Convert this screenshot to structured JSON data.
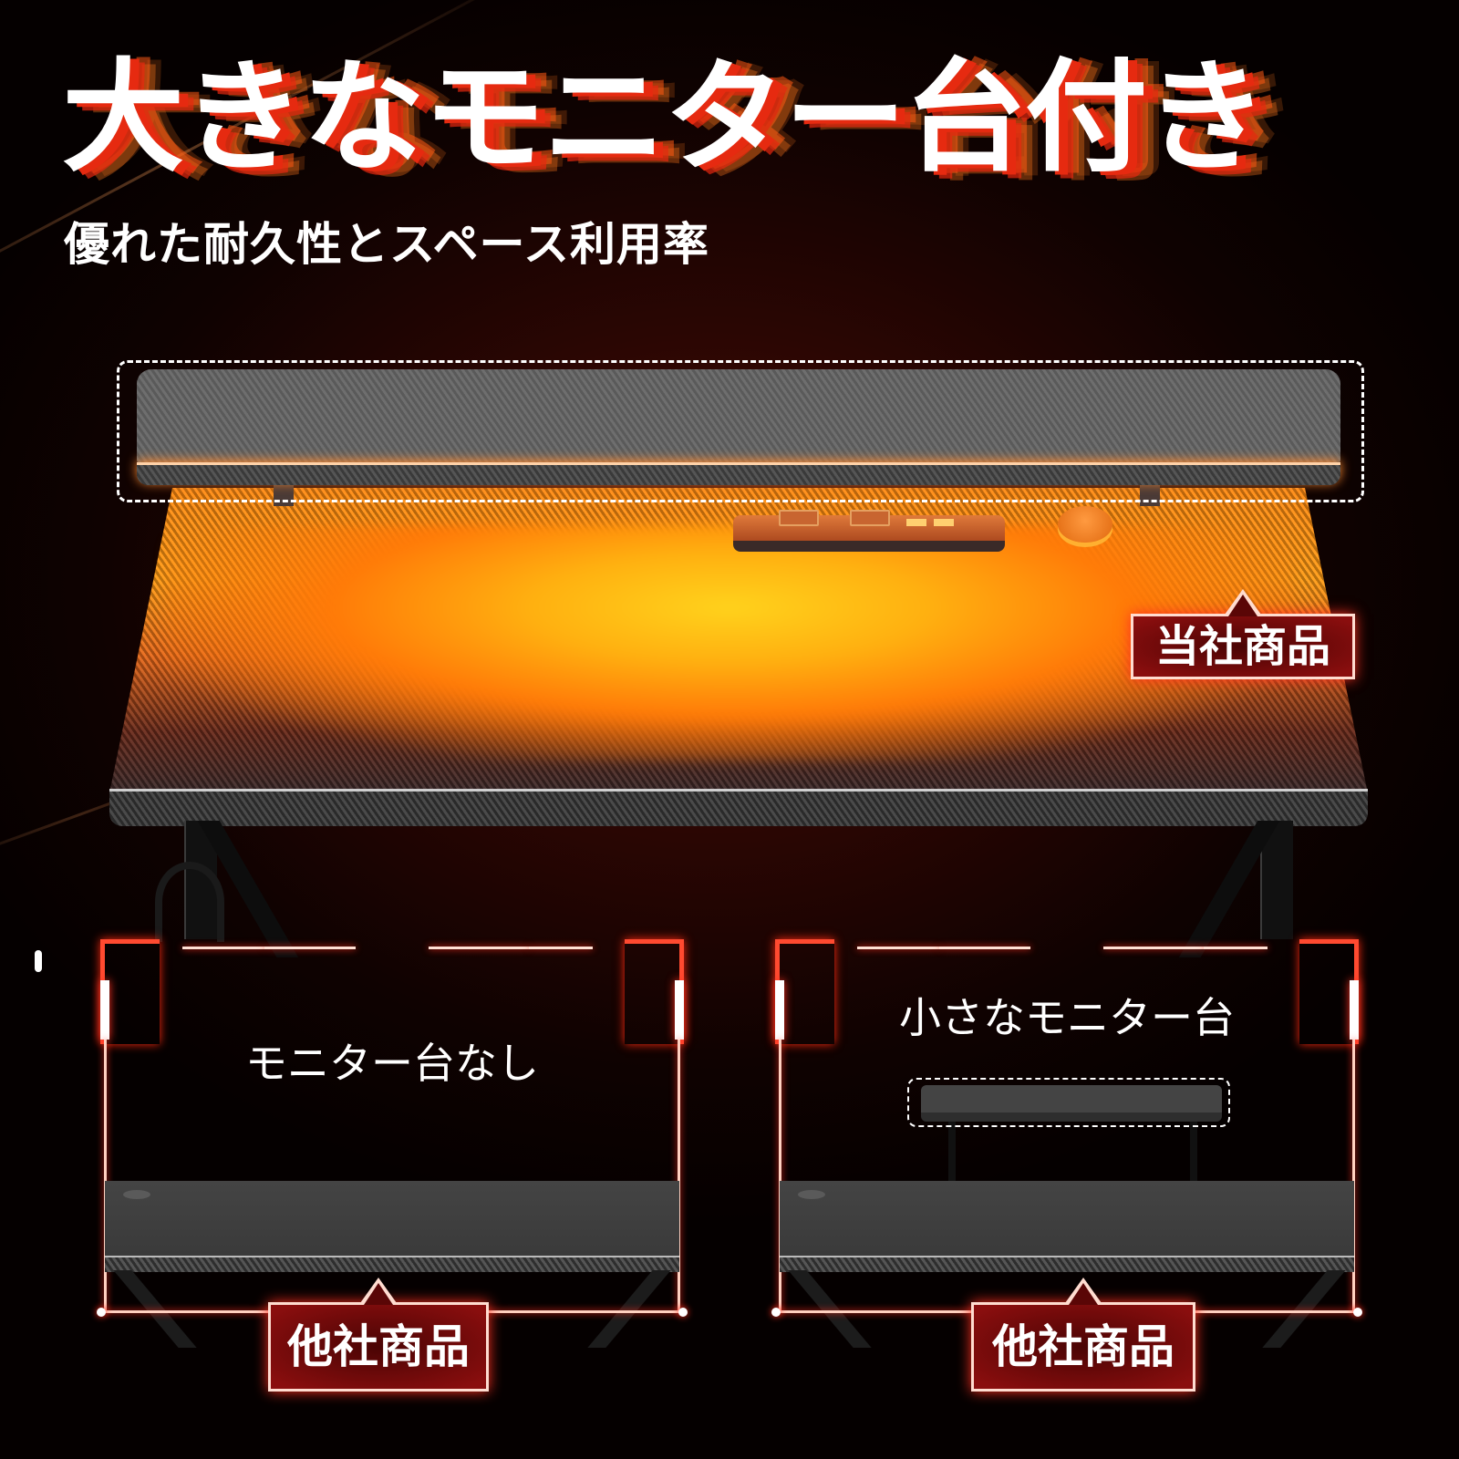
{
  "headline": "大きなモニター台付き",
  "subtitle": "優れた耐久性とスペース利用率",
  "main_product": {
    "callout": "当社商品",
    "features": [
      "large-monitor-riser",
      "power-outlet-strip",
      "usb-ports",
      "led-light-button",
      "headphone-hook"
    ]
  },
  "comparisons": [
    {
      "label": "モニター台なし",
      "callout": "他社商品"
    },
    {
      "label": "小さなモニター台",
      "callout": "他社商品"
    }
  ],
  "colors": {
    "accent_red": "#e62a10",
    "accent_orange": "#ff8a10",
    "glow_yellow": "#ffd21c",
    "background": "#0f0201",
    "callout_fill": "#8a0e0e"
  }
}
